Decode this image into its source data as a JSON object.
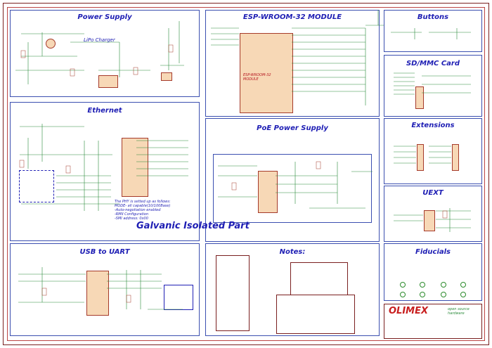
{
  "sheet": {
    "panels": {
      "power_supply": {
        "title": "Power Supply",
        "sub": "LiPo Charger"
      },
      "esp_module": {
        "title": "ESP-WROOM-32 MODULE",
        "chip_label": "ESP-WROOM-32\nMODULE"
      },
      "buttons": {
        "title": "Buttons"
      },
      "sd_card": {
        "title": "SD/MMC Card"
      },
      "ethernet": {
        "title": "Ethernet"
      },
      "poe": {
        "title": "PoE Power Supply"
      },
      "extensions": {
        "title": "Extensions"
      },
      "uext": {
        "title": "UEXT"
      },
      "usb_uart": {
        "title": "USB to UART"
      },
      "notes": {
        "title": "Notes:"
      },
      "fiducials": {
        "title": "Fiducials"
      }
    },
    "ethernet_notes": [
      "The PHY is setted up as follows:",
      "MODE- all capable(10/100Base)",
      "  -Auto-negotiation enabled",
      "  -RMII Configuration",
      "  -SMI address: 0x00"
    ],
    "galvanic": "Galvanic Isolated Part",
    "brand": {
      "name": "OLIMEX",
      "tag": "open source hardware"
    }
  },
  "colors": {
    "panel_border": "#3b4fb0",
    "title": "#1e1eb4",
    "wire": "#2a8a3a",
    "component": "#a53a2a",
    "fill": "#f7d8b6",
    "frame": "#7a1f1f"
  }
}
